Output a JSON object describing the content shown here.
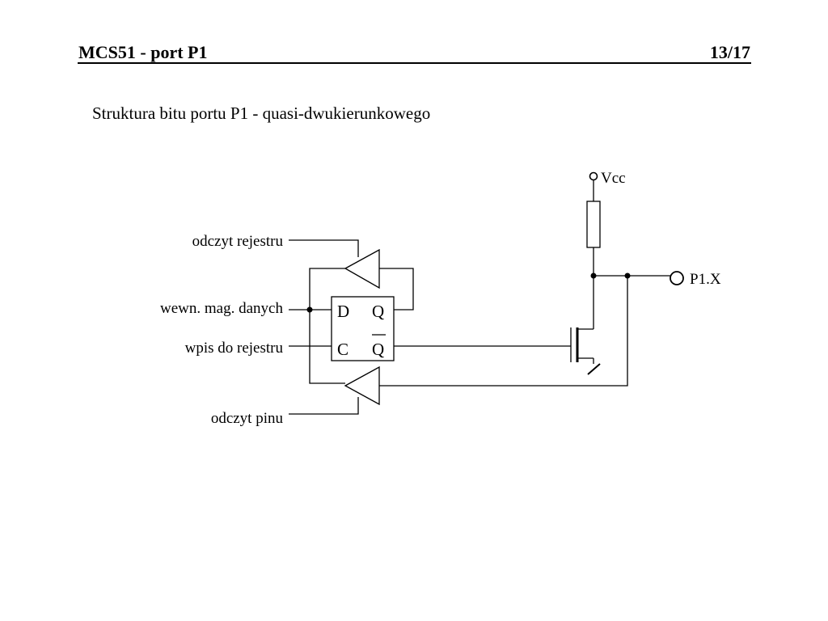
{
  "header": {
    "title": "MCS51 - port P1",
    "page": "13/17"
  },
  "subtitle": "Struktura bitu portu P1 - quasi-dwukierunkowego",
  "diagram": {
    "signals": {
      "read_register": "odczyt rejestru",
      "internal_bus": "wewn. mag. danych",
      "write_register": "wpis do rejestru",
      "read_pin": "odczyt pinu"
    },
    "flipflop": {
      "d": "D",
      "q": "Q",
      "c": "C",
      "q_bar": "Q"
    },
    "supply": "Vcc",
    "pin": "P1.X"
  }
}
